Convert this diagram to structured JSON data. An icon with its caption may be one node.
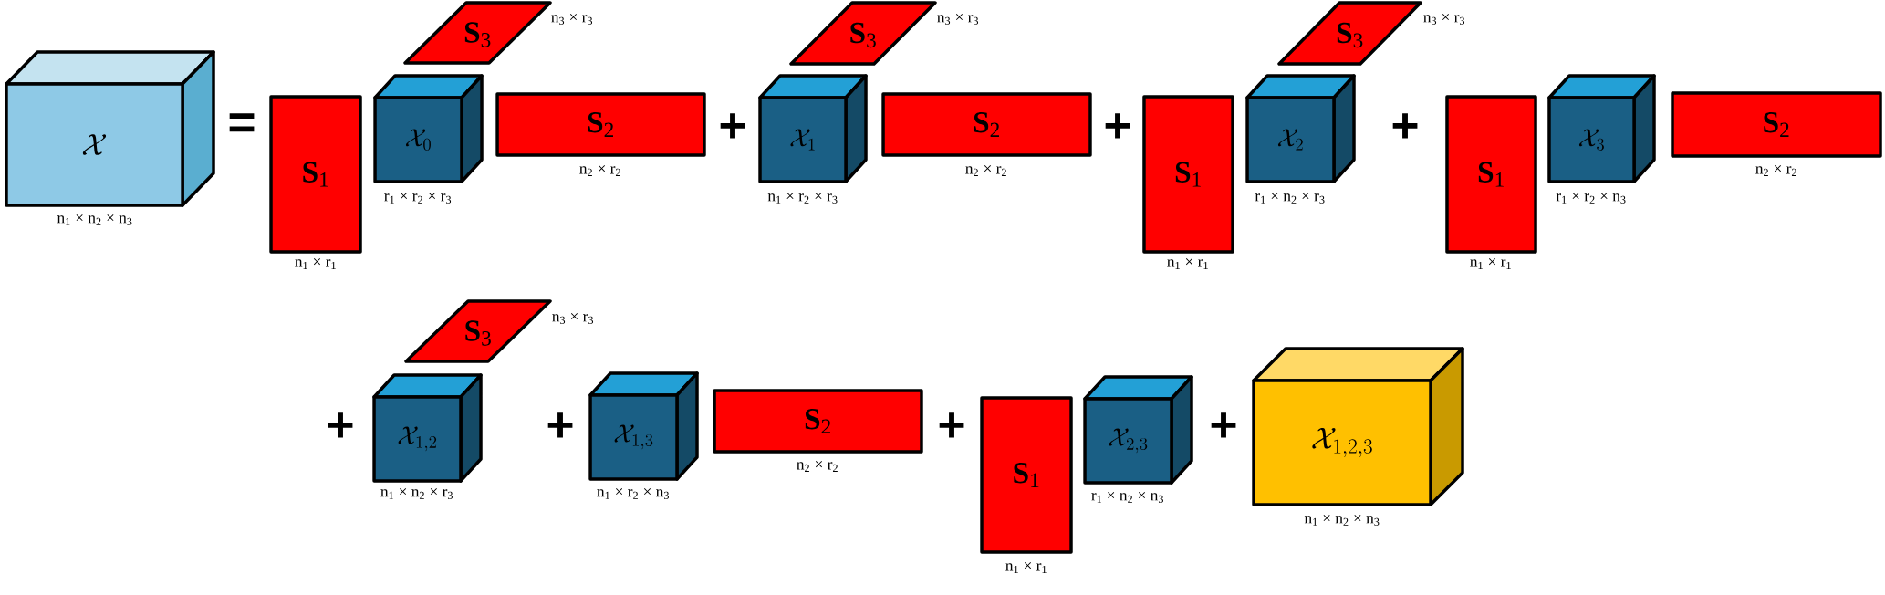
{
  "diagram": {
    "nodes": [
      {
        "text": [
          "\\mathcal{X}"
        ],
        "beside": [
          "n$_{1}$ × n$_{2}$ × n$_{3}$"
        ]
      },
      {
        "text": [
          "**S**$_{1}$"
        ],
        "beside": [
          "n$_{1}$ × r$_{1}$"
        ]
      },
      {
        "text": [
          "**S**$_{3}$"
        ],
        "beside": [
          "n$_{3}$ × r$_{3}$"
        ]
      },
      {
        "text": [
          "\\mathcal{X}_{0}"
        ],
        "beside": [
          "r$_{1}$ × r$_{2}$ × r$_{3}$"
        ]
      },
      {
        "text": [
          "**S**$_{2}$"
        ],
        "beside": [
          "n$_{2}$ × r$_{2}$"
        ]
      },
      {
        "text": [
          "**S**$_{3}$"
        ],
        "beside": [
          "n$_{3}$ × r$_{3}$"
        ]
      },
      {
        "text": [
          "\\mathcal{X}_{1}"
        ],
        "beside": [
          "n$_{1}$ × r$_{2}$ × r$_{3}$"
        ]
      },
      {
        "text": [
          "**S**$_{2}$"
        ],
        "beside": [
          "n$_{2}$ × r$_{2}$"
        ]
      },
      {
        "text": [
          "**S**$_{1}$"
        ],
        "beside": [
          "n$_{1}$ × r$_{1}$"
        ]
      },
      {
        "text": [
          "**S**$_{3}$"
        ],
        "beside": [
          "n$_{3}$ × r$_{3}$"
        ]
      },
      {
        "text": [
          "\\mathcal{X}_{2}"
        ],
        "beside": [
          "r$_{1}$ × n$_{2}$ × r$_{3}$"
        ]
      },
      {
        "text": [
          "**S**$_{1}$"
        ],
        "beside": [
          "n$_{1}$ × r$_{1}$"
        ]
      },
      {
        "text": [
          "\\mathcal{X}_{3}"
        ],
        "beside": [
          "r$_{1}$ × r$_{2}$ × n$_{3}$"
        ]
      },
      {
        "text": [
          "**S**$_{2}$"
        ],
        "beside": [
          "n$_{2}$ × r$_{2}$"
        ]
      },
      {
        "text": [
          "**S**$_{3}$"
        ],
        "beside": [
          "n$_{3}$ × r$_{3}$"
        ]
      },
      {
        "text": [
          "\\mathcal{X}_{1,2}"
        ],
        "beside": [
          "n$_{1}$ × n$_{2}$ × r$_{3}$"
        ]
      },
      {
        "text": [
          "\\mathcal{X}_{1,3}"
        ],
        "beside": [
          "n$_{1}$ × r$_{2}$ × n$_{3}$"
        ]
      },
      {
        "text": [
          "**S**$_{2}$"
        ],
        "beside": [
          "n$_{2}$ × r$_{2}$"
        ]
      },
      {
        "text": [
          "**S**$_{1}$"
        ],
        "beside": [
          "n$_{1}$ × r$_{1}$"
        ]
      },
      {
        "text": [
          "\\mathcal{X}_{2,3}"
        ],
        "beside": [
          "r$_{1}$ × n$_{2}$ × n$_{3}$"
        ]
      },
      {
        "text": [
          "\\mathcal{X}_{1,2,3}"
        ],
        "beside": [
          "n$_{1}$ × n$_{2}$ × n$_{3}$"
        ]
      }
    ],
    "edges": [],
    "labels": [
      "=",
      "+",
      "+",
      "+",
      "+",
      "+",
      "+",
      "+"
    ]
  }
}
